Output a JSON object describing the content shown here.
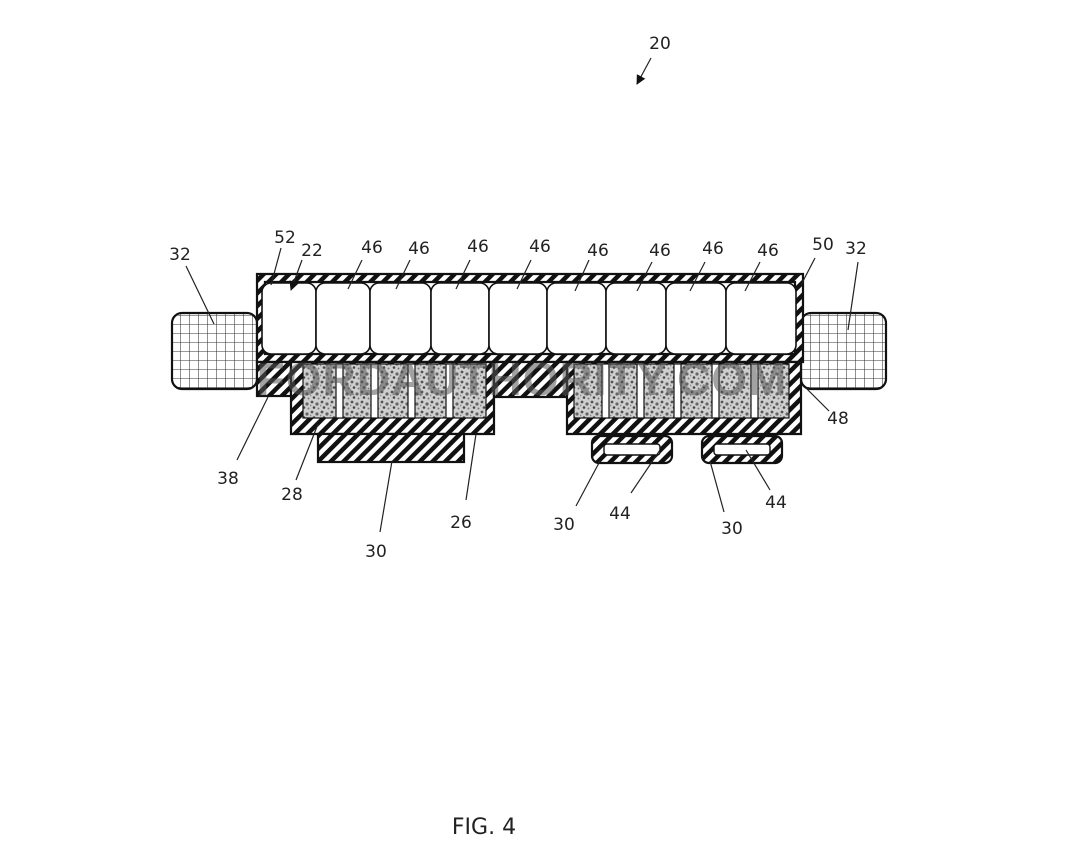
{
  "figure": {
    "caption": "FIG. 4",
    "watermark": "FORDAUTHORITY.COM",
    "reference_numerals": [
      {
        "id": "n20",
        "text": "20"
      },
      {
        "id": "n32a",
        "text": "32"
      },
      {
        "id": "n52",
        "text": "52"
      },
      {
        "id": "n22",
        "text": "22"
      },
      {
        "id": "n46a",
        "text": "46"
      },
      {
        "id": "n46b",
        "text": "46"
      },
      {
        "id": "n46c",
        "text": "46"
      },
      {
        "id": "n46d",
        "text": "46"
      },
      {
        "id": "n46e",
        "text": "46"
      },
      {
        "id": "n46f",
        "text": "46"
      },
      {
        "id": "n46g",
        "text": "46"
      },
      {
        "id": "n46h",
        "text": "46"
      },
      {
        "id": "n50",
        "text": "50"
      },
      {
        "id": "n32b",
        "text": "32"
      },
      {
        "id": "n48",
        "text": "48"
      },
      {
        "id": "n38",
        "text": "38"
      },
      {
        "id": "n28",
        "text": "28"
      },
      {
        "id": "n26",
        "text": "26"
      },
      {
        "id": "n30a",
        "text": "30"
      },
      {
        "id": "n30b",
        "text": "30"
      },
      {
        "id": "n44a",
        "text": "44"
      },
      {
        "id": "n44b",
        "text": "44"
      },
      {
        "id": "n30c",
        "text": "30"
      }
    ]
  }
}
